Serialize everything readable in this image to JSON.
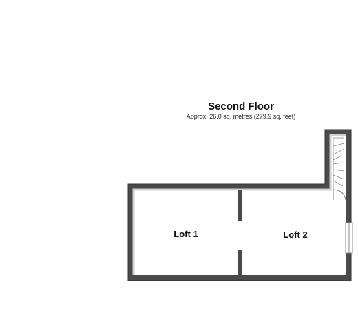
{
  "floor": {
    "title": "Second Floor",
    "area": "Approx. 26.0 sq. metres (279.9 sq. feet)"
  },
  "rooms": [
    {
      "name": "Loft 1"
    },
    {
      "name": "Loft 2"
    }
  ],
  "colors": {
    "wall": "#4a4a4a",
    "wall_edge": "#333333",
    "floor_fill": "#ffffff",
    "stair_line": "#888888"
  }
}
